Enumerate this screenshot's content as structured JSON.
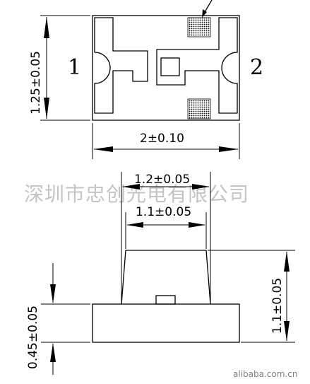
{
  "top_view": {
    "pin_left": "1",
    "pin_right": "2",
    "dim_height": "1.25±0.05",
    "dim_width": "2±0.10"
  },
  "side_view": {
    "dim_top_outer": "1.2±0.05",
    "dim_top_inner": "1.1±0.05",
    "dim_base_height": "0.45±0.05",
    "dim_total_height": "1.1±0.05"
  },
  "watermark": "深圳市忠创光电有限公司",
  "source": "alibaba.com.cn"
}
